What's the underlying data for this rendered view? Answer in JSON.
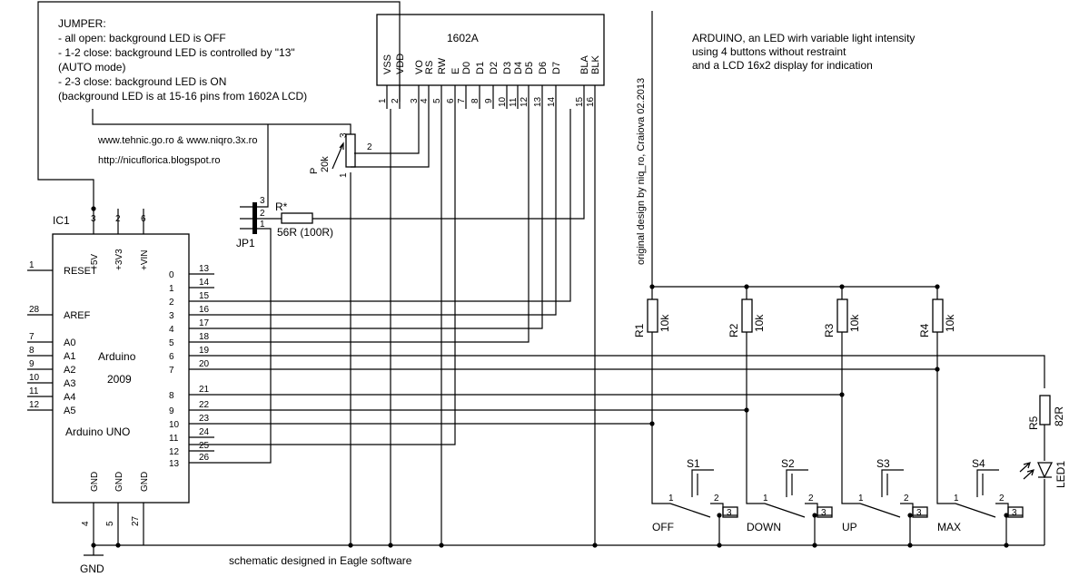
{
  "jumper_note": {
    "lines": [
      "JUMPER:",
      "- all open: background LED is OFF",
      "- 1-2 close: background LED is controlled by \"13\"",
      "(AUTO mode)",
      "- 2-3 close: background LED is ON",
      "(background LED is at 15-16 pins from 1602A LCD)"
    ]
  },
  "web_links": [
    "www.tehnic.go.ro & www.niqro.3x.ro",
    "http://nicuflorica.blogspot.ro"
  ],
  "title_block": {
    "lines": [
      "ARDUINO, an LED wirh variable light intensity",
      "using 4 buttons without restraint",
      "and a LCD 16x2 display for indication"
    ]
  },
  "credit": "original design by niq_ro, Craiova 02.2013",
  "footer": "schematic designed in Eagle software",
  "lcd": {
    "name": "1602A",
    "pin_labels": [
      "VSS",
      "VDD",
      "VO",
      "RS",
      "RW",
      "E",
      "D0",
      "D1",
      "D2",
      "D3",
      "D4",
      "D5",
      "D6",
      "D7",
      "BLA",
      "BLK"
    ],
    "pin_numbers": [
      "1",
      "2",
      "3",
      "4",
      "5",
      "6",
      "7",
      "8",
      "9",
      "10",
      "11",
      "12",
      "13",
      "14",
      "15",
      "16"
    ]
  },
  "ic": {
    "ref": "IC1",
    "name1": "Arduino",
    "name2": "2009",
    "name3": "Arduino UNO",
    "top_pins": [
      {
        "num": "3",
        "label": "+5V"
      },
      {
        "num": "2",
        "label": "+3V3"
      },
      {
        "num": "6",
        "label": "+VIN"
      }
    ],
    "left_pins": [
      {
        "num": "1",
        "label": "RESET"
      },
      {
        "num": "28",
        "label": "AREF"
      },
      {
        "num": "7",
        "label": "A0"
      },
      {
        "num": "8",
        "label": "A1"
      },
      {
        "num": "9",
        "label": "A2"
      },
      {
        "num": "10",
        "label": "A3"
      },
      {
        "num": "11",
        "label": "A4"
      },
      {
        "num": "12",
        "label": "A5"
      }
    ],
    "right_pins": [
      {
        "label": "0",
        "num": "13"
      },
      {
        "label": "1",
        "num": "14"
      },
      {
        "label": "2",
        "num": "15"
      },
      {
        "label": "3",
        "num": "16"
      },
      {
        "label": "4",
        "num": "17"
      },
      {
        "label": "5",
        "num": "18"
      },
      {
        "label": "6",
        "num": "19"
      },
      {
        "label": "7",
        "num": "20"
      },
      {
        "label": "8",
        "num": "21"
      },
      {
        "label": "9",
        "num": "22"
      },
      {
        "label": "10",
        "num": "23"
      },
      {
        "label": "11",
        "num": "24"
      },
      {
        "label": "12",
        "num": "25"
      },
      {
        "label": "13",
        "num": "26"
      }
    ],
    "bottom_pins": [
      {
        "num": "4",
        "label": "GND"
      },
      {
        "num": "5",
        "label": "GND"
      },
      {
        "num": "27",
        "label": "GND"
      }
    ]
  },
  "pot": {
    "ref": "P",
    "value": "20k",
    "pin1": "1",
    "pin2": "2",
    "pin3": "3"
  },
  "jumper": {
    "ref": "JP1",
    "pin1": "1",
    "pin2": "2",
    "pin3": "3"
  },
  "resistor_bl": {
    "ref": "R*",
    "value": "56R (100R)"
  },
  "pullups": [
    {
      "ref": "R1",
      "value": "10k"
    },
    {
      "ref": "R2",
      "value": "10k"
    },
    {
      "ref": "R3",
      "value": "10k"
    },
    {
      "ref": "R4",
      "value": "10k"
    }
  ],
  "r5": {
    "ref": "R5",
    "value": "82R"
  },
  "led": {
    "ref": "LED1"
  },
  "switches": [
    {
      "ref": "S1",
      "label": "OFF"
    },
    {
      "ref": "S2",
      "label": "DOWN"
    },
    {
      "ref": "S3",
      "label": "UP"
    },
    {
      "ref": "S4",
      "label": "MAX"
    }
  ],
  "switch_pins": {
    "p1": "1",
    "p2": "2",
    "p3": "3"
  },
  "gnd_label": "GND"
}
